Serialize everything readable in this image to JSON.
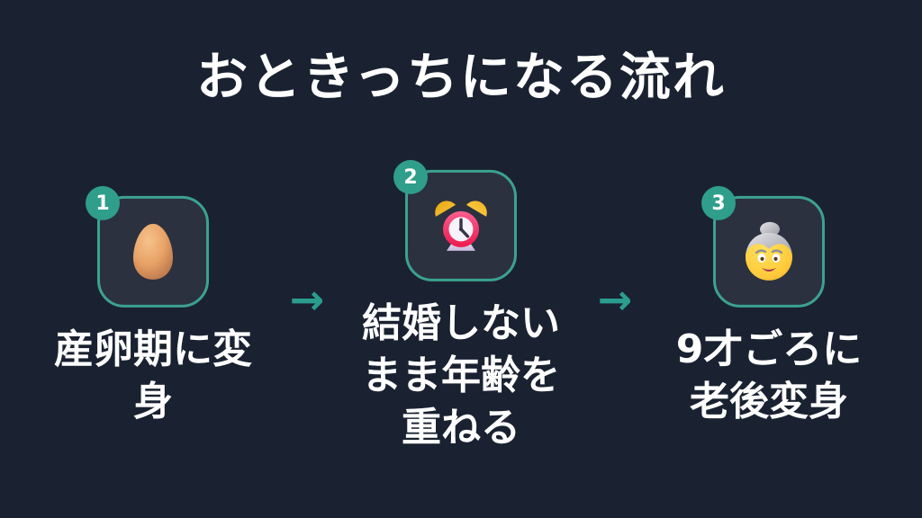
{
  "slide": {
    "background": "#1a2231",
    "card_background": "#2b313f",
    "accent_teal": "#2f9e8b",
    "border_teal": "#3ca28f",
    "text_color": "#ffffff"
  },
  "title": "おときっちになる流れ",
  "arrow_glyph": "→",
  "steps": [
    {
      "number": "1",
      "icon": "egg-emoji",
      "caption": "産卵期に変身",
      "lines": [
        "産卵期に変",
        "身"
      ]
    },
    {
      "number": "2",
      "icon": "alarm-clock-emoji",
      "caption": "結婚しないまま年齢を重ねる",
      "lines": [
        "結婚しない",
        "まま年齢を",
        "重ねる"
      ]
    },
    {
      "number": "3",
      "icon": "old-woman-emoji",
      "caption": "9才ごろに老後変身",
      "lines": [
        "9才ごろに",
        "老後変身"
      ]
    }
  ]
}
